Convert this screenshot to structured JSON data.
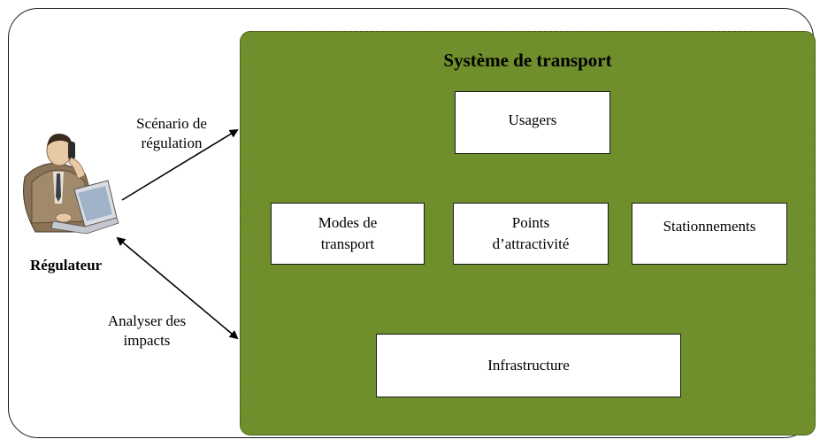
{
  "system": {
    "title": "Système de transport"
  },
  "nodes": {
    "usagers": "Usagers",
    "modes": "Modes de\ntransport",
    "points": "Points\nd’attractivité",
    "stationnements": "Stationnements",
    "infrastructure": "Infrastructure"
  },
  "actor": {
    "label": "Régulateur",
    "icon": "user-at-computer-icon"
  },
  "arrows": {
    "regulation": "Scénario de\nrégulation",
    "impacts": "Analyser des\nimpacts"
  },
  "colors": {
    "system_fill": "#6f8f2d",
    "box_fill": "#ffffff",
    "outline": "#1a1a1a"
  }
}
